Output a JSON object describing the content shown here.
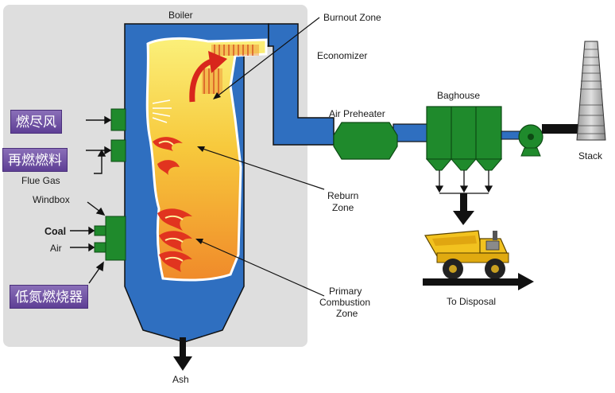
{
  "labels": {
    "boiler": "Boiler",
    "burnout_zone": "Burnout Zone",
    "economizer": "Economizer",
    "air_preheater": "Air Preheater",
    "baghouse": "Baghouse",
    "stack": "Stack",
    "flue_gas": "Flue Gas",
    "windbox": "Windbox",
    "coal": "Coal",
    "air": "Air",
    "reburn_zone_line1": "Reburn",
    "reburn_zone_line2": "Zone",
    "primary_line1": "Primary",
    "primary_line2": "Combustion",
    "primary_line3": "Zone",
    "to_disposal": "To Disposal",
    "ash": "Ash"
  },
  "tags": {
    "overfire_air": "燃尽风",
    "reburn_fuel": "再燃燃料",
    "low_nox_burner": "低氮燃烧器"
  },
  "colors": {
    "boiler_blue": "#2f6fc0",
    "equipment_green": "#1f8a2c",
    "flame_yellow": "#f7e64a",
    "flame_orange": "#f08a2a",
    "panel_gray": "#dddddd",
    "tag_purple": "#6a4aa0"
  }
}
